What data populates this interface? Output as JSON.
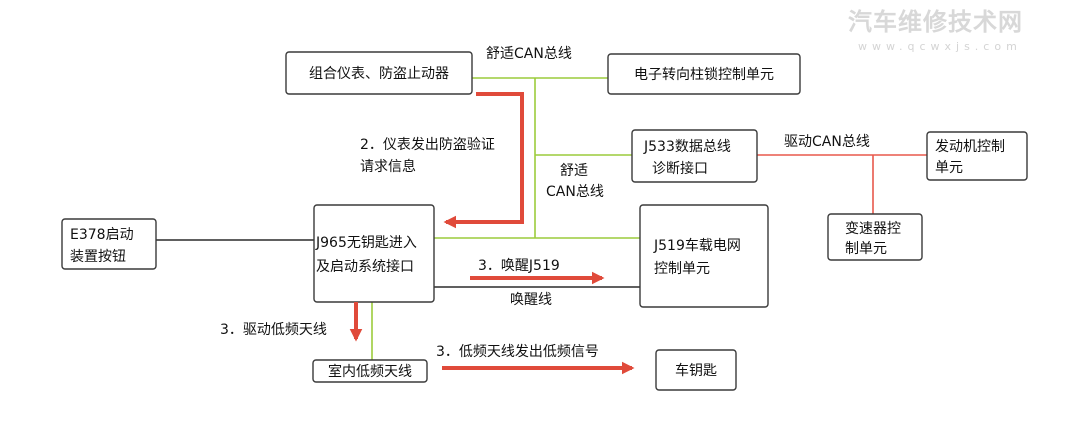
{
  "watermark": {
    "title": "汽车维修技术网",
    "url": "www.qcwxjs.com"
  },
  "colors": {
    "comfort_can": "#9ccc3c",
    "drive_can": "#e8584c",
    "wake_line": "#2b2b2b",
    "arrow": "#e04a3a"
  },
  "nodes": {
    "cluster": [
      "组合仪表、防盗止动器"
    ],
    "steering_lock": [
      "电子转向柱锁控制单元"
    ],
    "j533": [
      "J533数据总线",
      "诊断接口"
    ],
    "engine": [
      "发动机控制",
      "单元"
    ],
    "transmission": [
      "变速器控",
      "制单元"
    ],
    "e378": [
      "E378启动",
      "装置按钮"
    ],
    "j965": [
      "J965无钥匙进入",
      "及启动系统接口"
    ],
    "j519": [
      "J519车载电网",
      "控制单元"
    ],
    "antenna": [
      "室内低频天线"
    ],
    "key": [
      "车钥匙"
    ]
  },
  "labels": {
    "comfort_can_top": "舒适CAN总线",
    "comfort_can_mid": [
      "舒适",
      "CAN总线"
    ],
    "drive_can": "驱动CAN总线",
    "wake_line": "唤醒线",
    "step2": [
      "2．仪表发出防盗验证",
      "请求信息"
    ],
    "step3_wake": "3．唤醒J519",
    "step3_drive": "3．驱动低频天线",
    "step3_signal": "3．低频天线发出低频信号"
  }
}
